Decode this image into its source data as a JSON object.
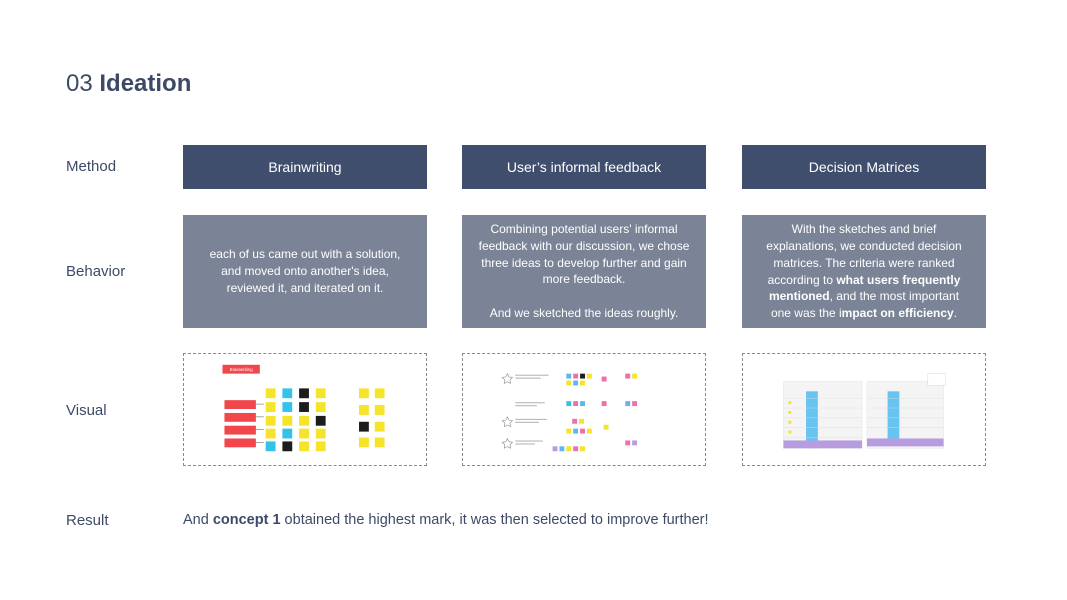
{
  "title": {
    "number": "03",
    "word": "Ideation"
  },
  "rows": {
    "method": "Method",
    "behavior": "Behavior",
    "visual": "Visual",
    "result": "Result"
  },
  "methods": [
    "Brainwriting",
    "User’s informal feedback",
    "Decision Matrices"
  ],
  "behavior": {
    "col1": "each of us came out with a solution, and moved onto another's idea, reviewed it, and iterated on it.",
    "col2_p1": "Combining potential users' informal feedback with our discussion, we chose three ideas to develop further and gain more feedback.",
    "col2_p2": "And we sketched the ideas roughly.",
    "col3_a": "With the sketches and brief explanations, we conducted decision matrices. The criteria were ranked according to ",
    "col3_b": "what users frequently mentioned",
    "col3_c": ", and the most important one was the i",
    "col3_d": "mpact on efficiency",
    "col3_e": "."
  },
  "result": {
    "prefix": "And ",
    "bold": "concept 1",
    "suffix": " obtained the highest mark, it was then selected to improve further!"
  },
  "visual_labels": {
    "col1_tag": "Brainwriting"
  },
  "colors": {
    "heading": "#3d4a66",
    "method_box": "#3f4e6c",
    "behavior_box": "#7a8496",
    "sticky_yellow": "#f5e42a",
    "sticky_cyan": "#35c2e8",
    "sticky_black": "#1c1c1c",
    "red": "#f0464c",
    "purple": "#b79ce0",
    "blue": "#67c3ef"
  }
}
